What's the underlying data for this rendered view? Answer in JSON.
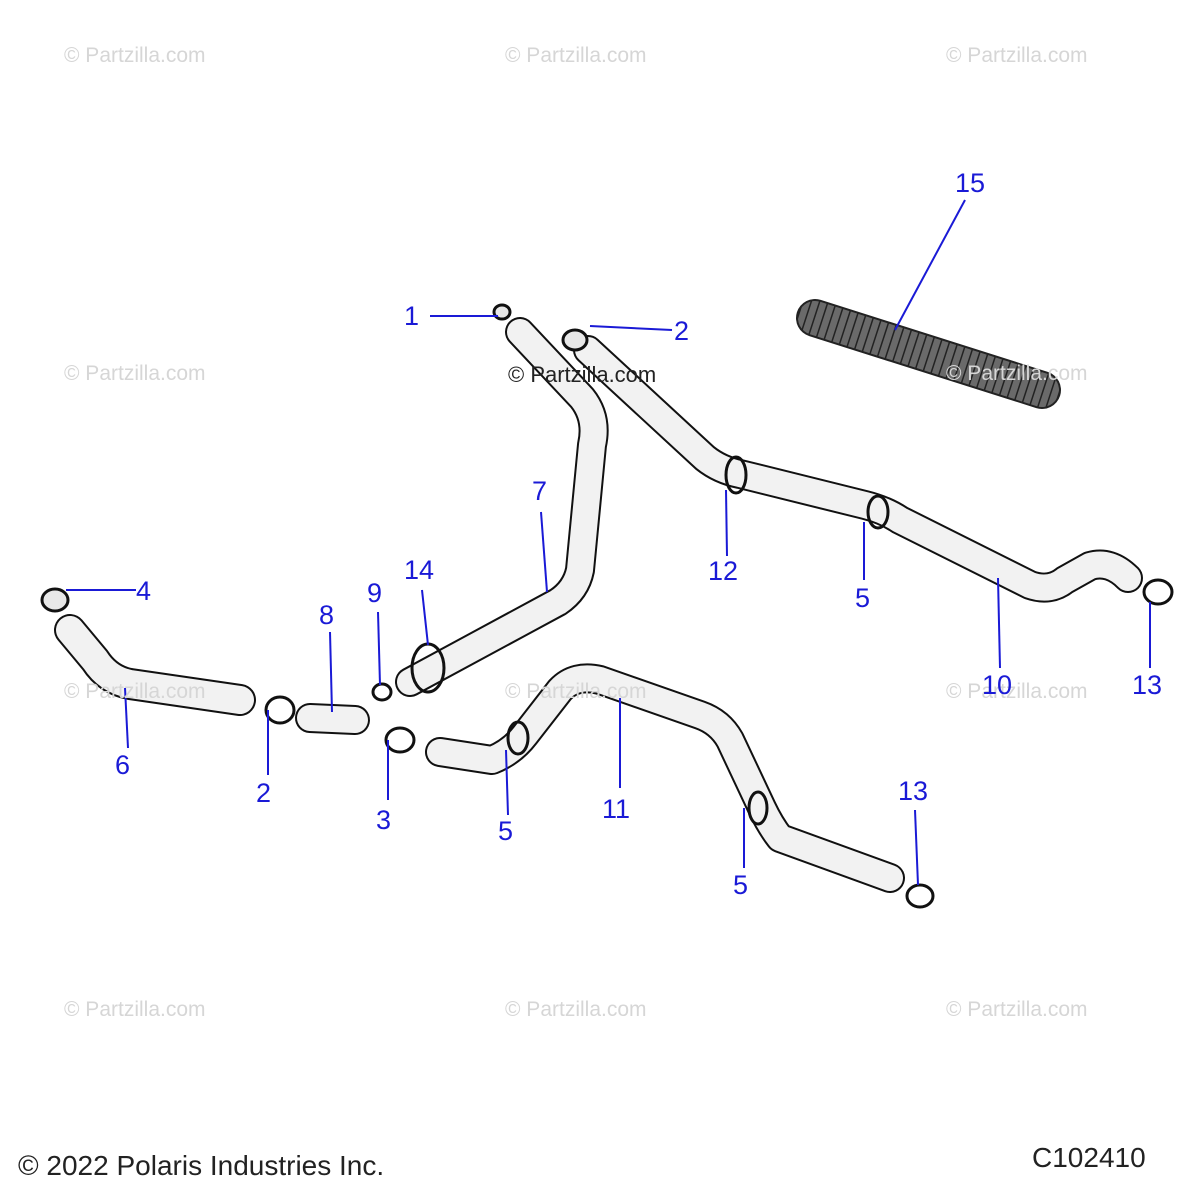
{
  "watermark": "© Partzilla.com",
  "center_watermark": "© Partzilla.com",
  "copyright": "© 2022 Polaris Industries Inc.",
  "diagram_code": "C102410",
  "callouts": [
    "1",
    "2",
    "15",
    "7",
    "14",
    "9",
    "8",
    "4",
    "6",
    "2",
    "3",
    "12",
    "5",
    "10",
    "13",
    "11",
    "5",
    "5",
    "13"
  ],
  "colors": {
    "callout": "#1a1ad6",
    "hose_fill": "#f2f2f2",
    "outline": "#111111",
    "watermark": "#d6d6d6",
    "sleeve": "#555555"
  }
}
